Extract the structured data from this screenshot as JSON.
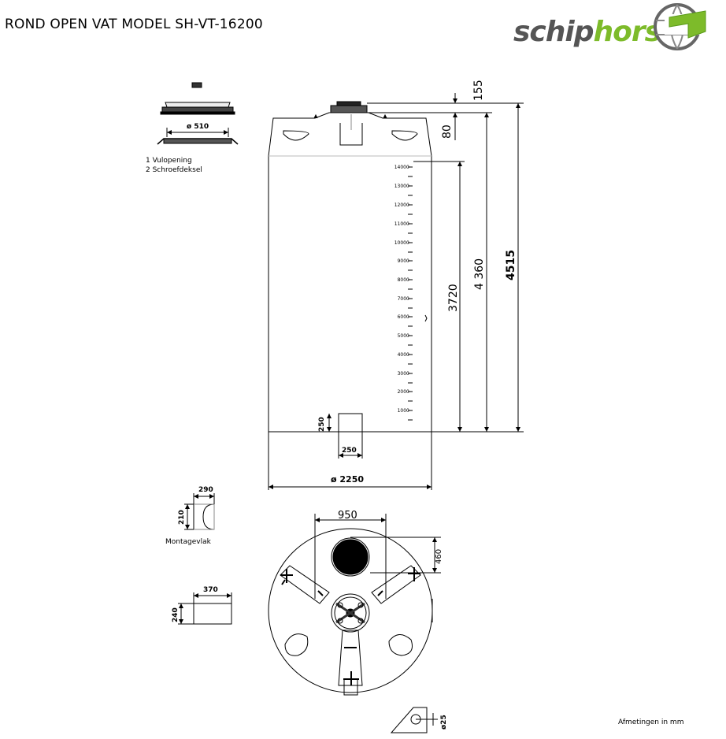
{
  "title": "ROND OPEN VAT MODEL SH-VT-16200",
  "logo": {
    "text_dark": "schip",
    "text_green": "horst",
    "color_dark": "#555555",
    "color_green": "#7dbb2a"
  },
  "parts": {
    "item1": "1 Vulopening",
    "item2": "2 Schroefdeksel",
    "lid_diameter": "ø 510"
  },
  "dimensions": {
    "d155": "155",
    "d80": "80",
    "d4515": "4515",
    "d4360": "4 360",
    "d3720": "3720",
    "d250_h": "250",
    "d250_w": "250",
    "d2250": "ø 2250",
    "d950": "950",
    "d460": "460",
    "d290": "290",
    "d210": "210",
    "d370": "370",
    "d240": "240",
    "d25": "ø25"
  },
  "scale_labels": [
    "14000-",
    "13000-",
    "12000-",
    "11000-",
    "10000-",
    "9000-",
    "8000-",
    "7000-",
    "6000-",
    "5000-",
    "4000-",
    "3000-",
    "2000-",
    "1000-"
  ],
  "montage_label": "Montagevlak",
  "units_note": "Afmetingen in mm"
}
